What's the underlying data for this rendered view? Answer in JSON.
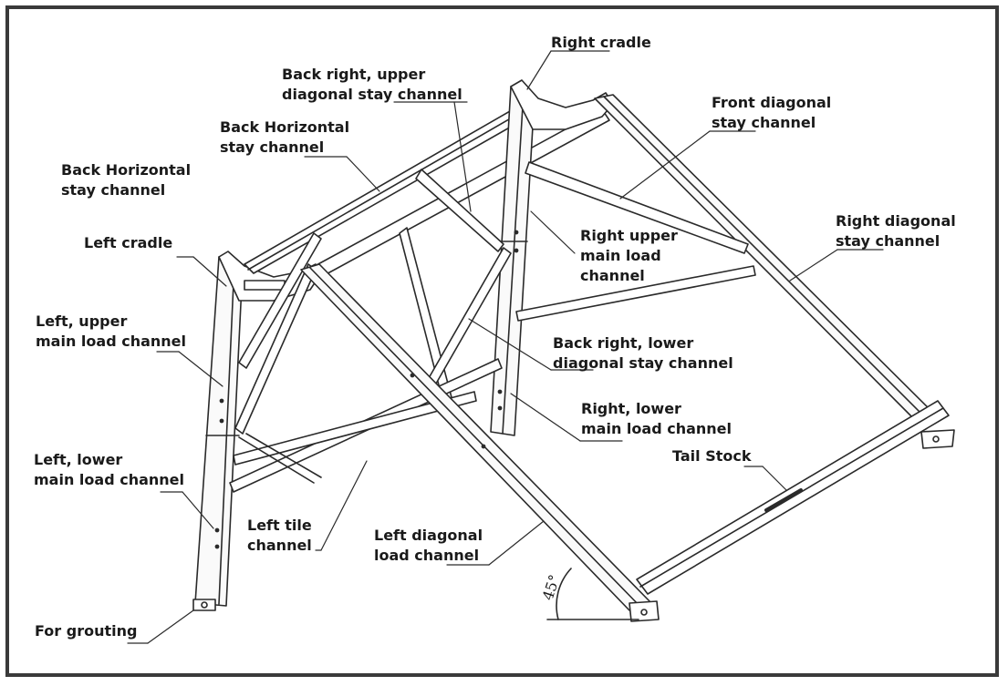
{
  "diagram": {
    "angle_label": "45°",
    "labels": {
      "right_cradle": "Right cradle",
      "back_right_upper": "Back right, upper\ndiagonal stay channel",
      "back_horizontal_upper": "Back Horizontal\nstay channel",
      "back_horizontal_left": "Back Horizontal\nstay channel",
      "front_diagonal": "Front diagonal\nstay channel",
      "right_diagonal": "Right diagonal\nstay channel",
      "left_cradle": "Left cradle",
      "right_upper_main": "Right upper\nmain load\nchannel",
      "left_upper_main": "Left, upper\nmain load channel",
      "back_right_lower": "Back right, lower\ndiagonal stay channel",
      "right_lower_main": "Right, lower\nmain load channel",
      "tail_stock": "Tail Stock",
      "left_lower_main": "Left, lower\nmain load channel",
      "left_tile": "Left tile\nchannel",
      "left_diagonal_load": "Left diagonal\nload channel",
      "for_grouting": "For grouting"
    }
  }
}
